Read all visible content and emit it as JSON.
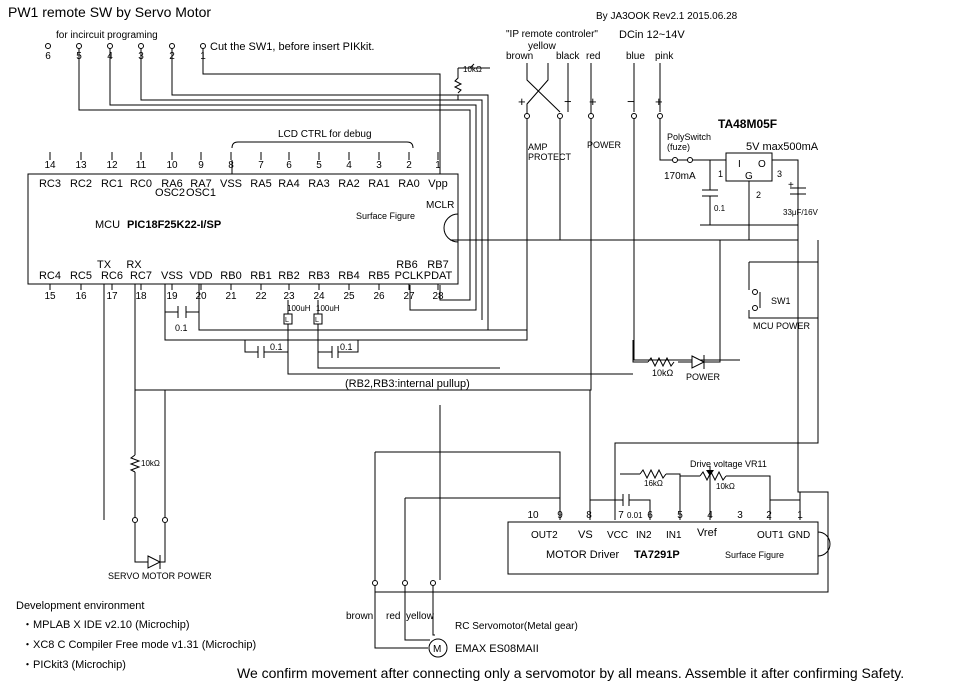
{
  "title": "PW1 remote SW by Servo Motor",
  "author": "By JA3OOK Rev2.1  2015.06.28",
  "icsp": {
    "label": "for incircuit programing",
    "pins": [
      "6",
      "5",
      "4",
      "3",
      "2",
      "1"
    ],
    "note": "Cut the SW1, before insert PIKkit."
  },
  "ip_remote": {
    "label": "\"IP remote controler\"",
    "yellow": "yellow",
    "brown": "brown",
    "black": "black",
    "red": "red",
    "plus1": "+",
    "minus": "−",
    "plus2": "+",
    "amp_protect": "AMP\nPROTECT",
    "power": "POWER"
  },
  "dcin": {
    "label": "DCin 12~14V",
    "blue": "blue",
    "pink": "pink",
    "minus": "−",
    "plus": "+"
  },
  "regulator": {
    "name": "TA48M05F",
    "spec": "5V max500mA",
    "pin_i": "I",
    "pin_o": "O",
    "pin_g": "G",
    "p1": "1",
    "p2": "2",
    "p3": "3",
    "cap": "33μF/16V"
  },
  "polyswitch": {
    "label": "PolySwitch",
    "fuze": "(fuze)",
    "rating": "170mA"
  },
  "c_reg": "0.1",
  "mcu": {
    "lcd_label": "LCD CTRL for debug",
    "top_pin_nums": [
      "14",
      "13",
      "12",
      "11",
      "10",
      "9",
      "8",
      "7",
      "6",
      "5",
      "4",
      "3",
      "2",
      "1"
    ],
    "top_pin_names": [
      "RC3",
      "RC2",
      "RC1",
      "RC0",
      "RA6",
      "RA7",
      "VSS",
      "RA5",
      "RA4",
      "RA3",
      "RA2",
      "RA1",
      "RA0",
      "Vpp"
    ],
    "osc2": "OSC2",
    "osc1": "OSC1",
    "mcu_label": "MCU",
    "part": "PIC18F25K22-I/SP",
    "surface": "Surface Figure",
    "mclr": "MCLR",
    "bottom_top_labels": [
      "TX",
      "RX",
      "RB6",
      "RB7"
    ],
    "bottom_pin_names": [
      "RC4",
      "RC5",
      "RC6",
      "RC7",
      "VSS",
      "VDD",
      "RB0",
      "RB1",
      "RB2",
      "RB3",
      "RB4",
      "RB5",
      "PCLK",
      "PDAT"
    ],
    "bottom_pin_nums": [
      "15",
      "16",
      "17",
      "18",
      "19",
      "20",
      "21",
      "22",
      "23",
      "24",
      "25",
      "26",
      "27",
      "28"
    ]
  },
  "c_mcu": "0.1",
  "l1": "100uH",
  "l2": "100uH",
  "l_sym": "L",
  "c_rb2": "0.1",
  "c_rb3": "0.1",
  "pullup_note": "(RB2,RB3:internal pullup)",
  "sw1": {
    "name": "SW1",
    "label": "MCU POWER"
  },
  "power_led": {
    "r": "10kΩ",
    "label": "POWER"
  },
  "r_top": "10kΩ",
  "servo_power": {
    "r": "10kΩ",
    "label": "SERVO MOTOR POWER"
  },
  "motor_driver": {
    "vr_label": "Drive voltage VR11",
    "r16k": "16kΩ",
    "r10k": "10kΩ",
    "c001": "0.01",
    "top_pin_nums": [
      "10",
      "9",
      "8",
      "7",
      "6",
      "5",
      "4",
      "3",
      "2",
      "1"
    ],
    "pin_names": [
      "OUT2",
      "VS",
      "VCC",
      "IN2",
      "IN1",
      "Vref",
      "OUT1",
      "GND"
    ],
    "name": "MOTOR Driver",
    "part": "TA7291P",
    "surface": "Surface Figure"
  },
  "servo": {
    "brown": "brown",
    "red": "red",
    "yellow": "yellow",
    "desc": "RC Servomotor(Metal gear)",
    "m": "M",
    "model": "EMAX  ES08MAII"
  },
  "dev": {
    "title": "Development environment",
    "items": [
      "・MPLAB X IDE v2.10 (Microchip)",
      "・XC8 C Compiler Free mode v1.31 (Microchip)",
      "・PICkit3 (Microchip)"
    ]
  },
  "warning": "We confirm movement after connecting only a servomotor by all means. Assemble it after confirming Safety."
}
